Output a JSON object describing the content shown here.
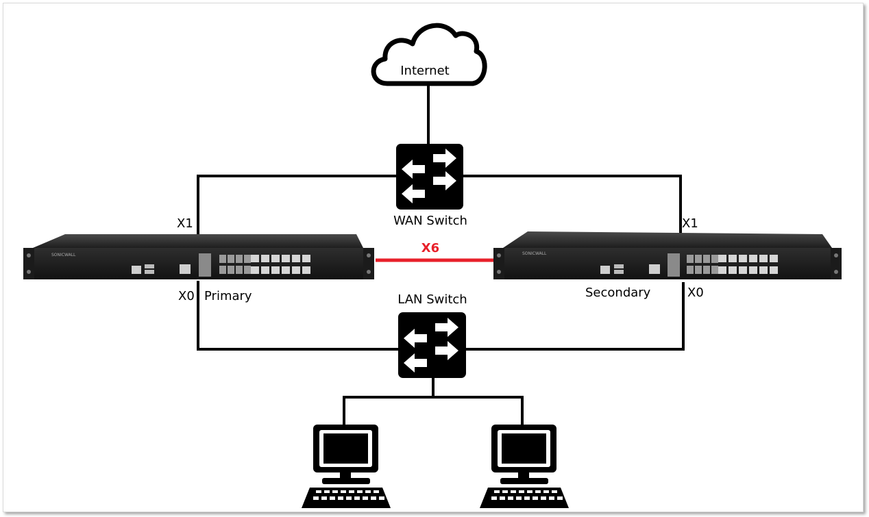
{
  "diagram": {
    "internet_label": "Internet",
    "wan_switch_label": "WAN Switch",
    "lan_switch_label": "LAN Switch",
    "primary_label": "Primary",
    "secondary_label": "Secondary",
    "primary_x1": "X1",
    "primary_x0": "X0",
    "secondary_x1": "X1",
    "secondary_x0": "X0",
    "ha_link_label": "X6",
    "brand_text": "SONICWALL",
    "colors": {
      "line": "#000000",
      "ha_link": "#e8202a",
      "appliance": "#2b2b2b",
      "appliance_front": "#1a1a1a"
    }
  }
}
